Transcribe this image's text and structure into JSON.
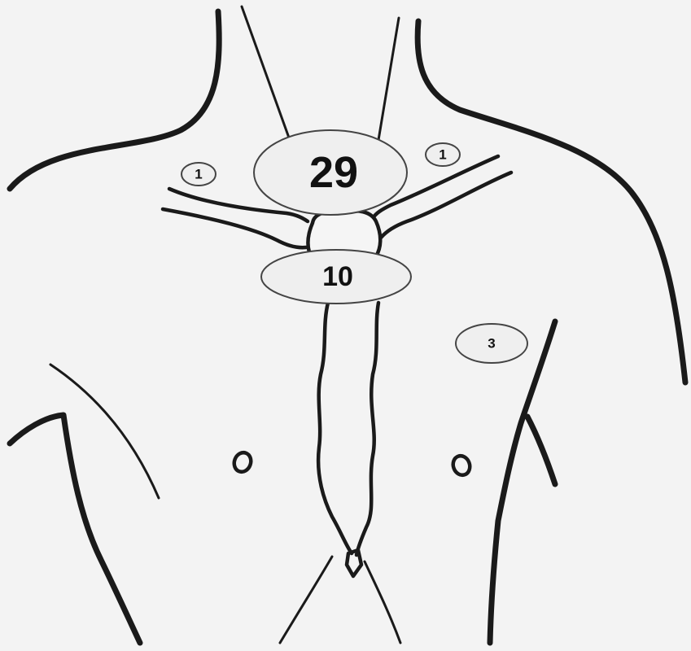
{
  "diagram": {
    "labels": {
      "neck_center": "29",
      "clavicle_left": "1",
      "clavicle_right": "1",
      "sternal_notch": "10",
      "chest_right": "3"
    }
  }
}
